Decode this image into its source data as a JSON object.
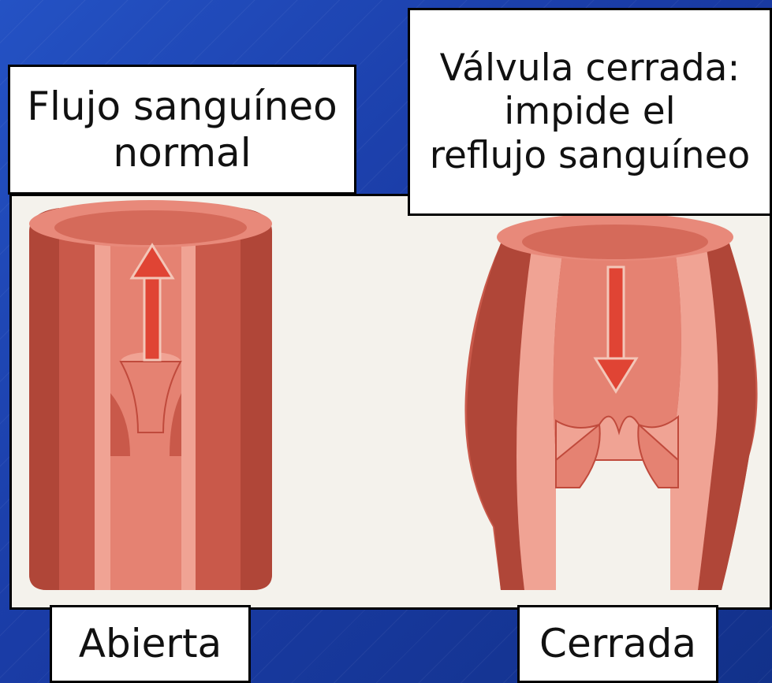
{
  "labels": {
    "top_left": [
      "Flujo sanguíneo",
      "normal"
    ],
    "top_right": [
      "Válvula cerrada:",
      "impide el",
      "reflujo sanguíneo"
    ],
    "bottom_left": "Abierta",
    "bottom_right": "Cerrada"
  },
  "colors": {
    "background": "#1a3a9c",
    "vein_dark": "#c04a3c",
    "vein_light": "#e8897a",
    "arrow": "#e04434"
  },
  "icons": {
    "left_arrow": "arrow-up-icon",
    "right_arrow": "arrow-down-icon"
  }
}
